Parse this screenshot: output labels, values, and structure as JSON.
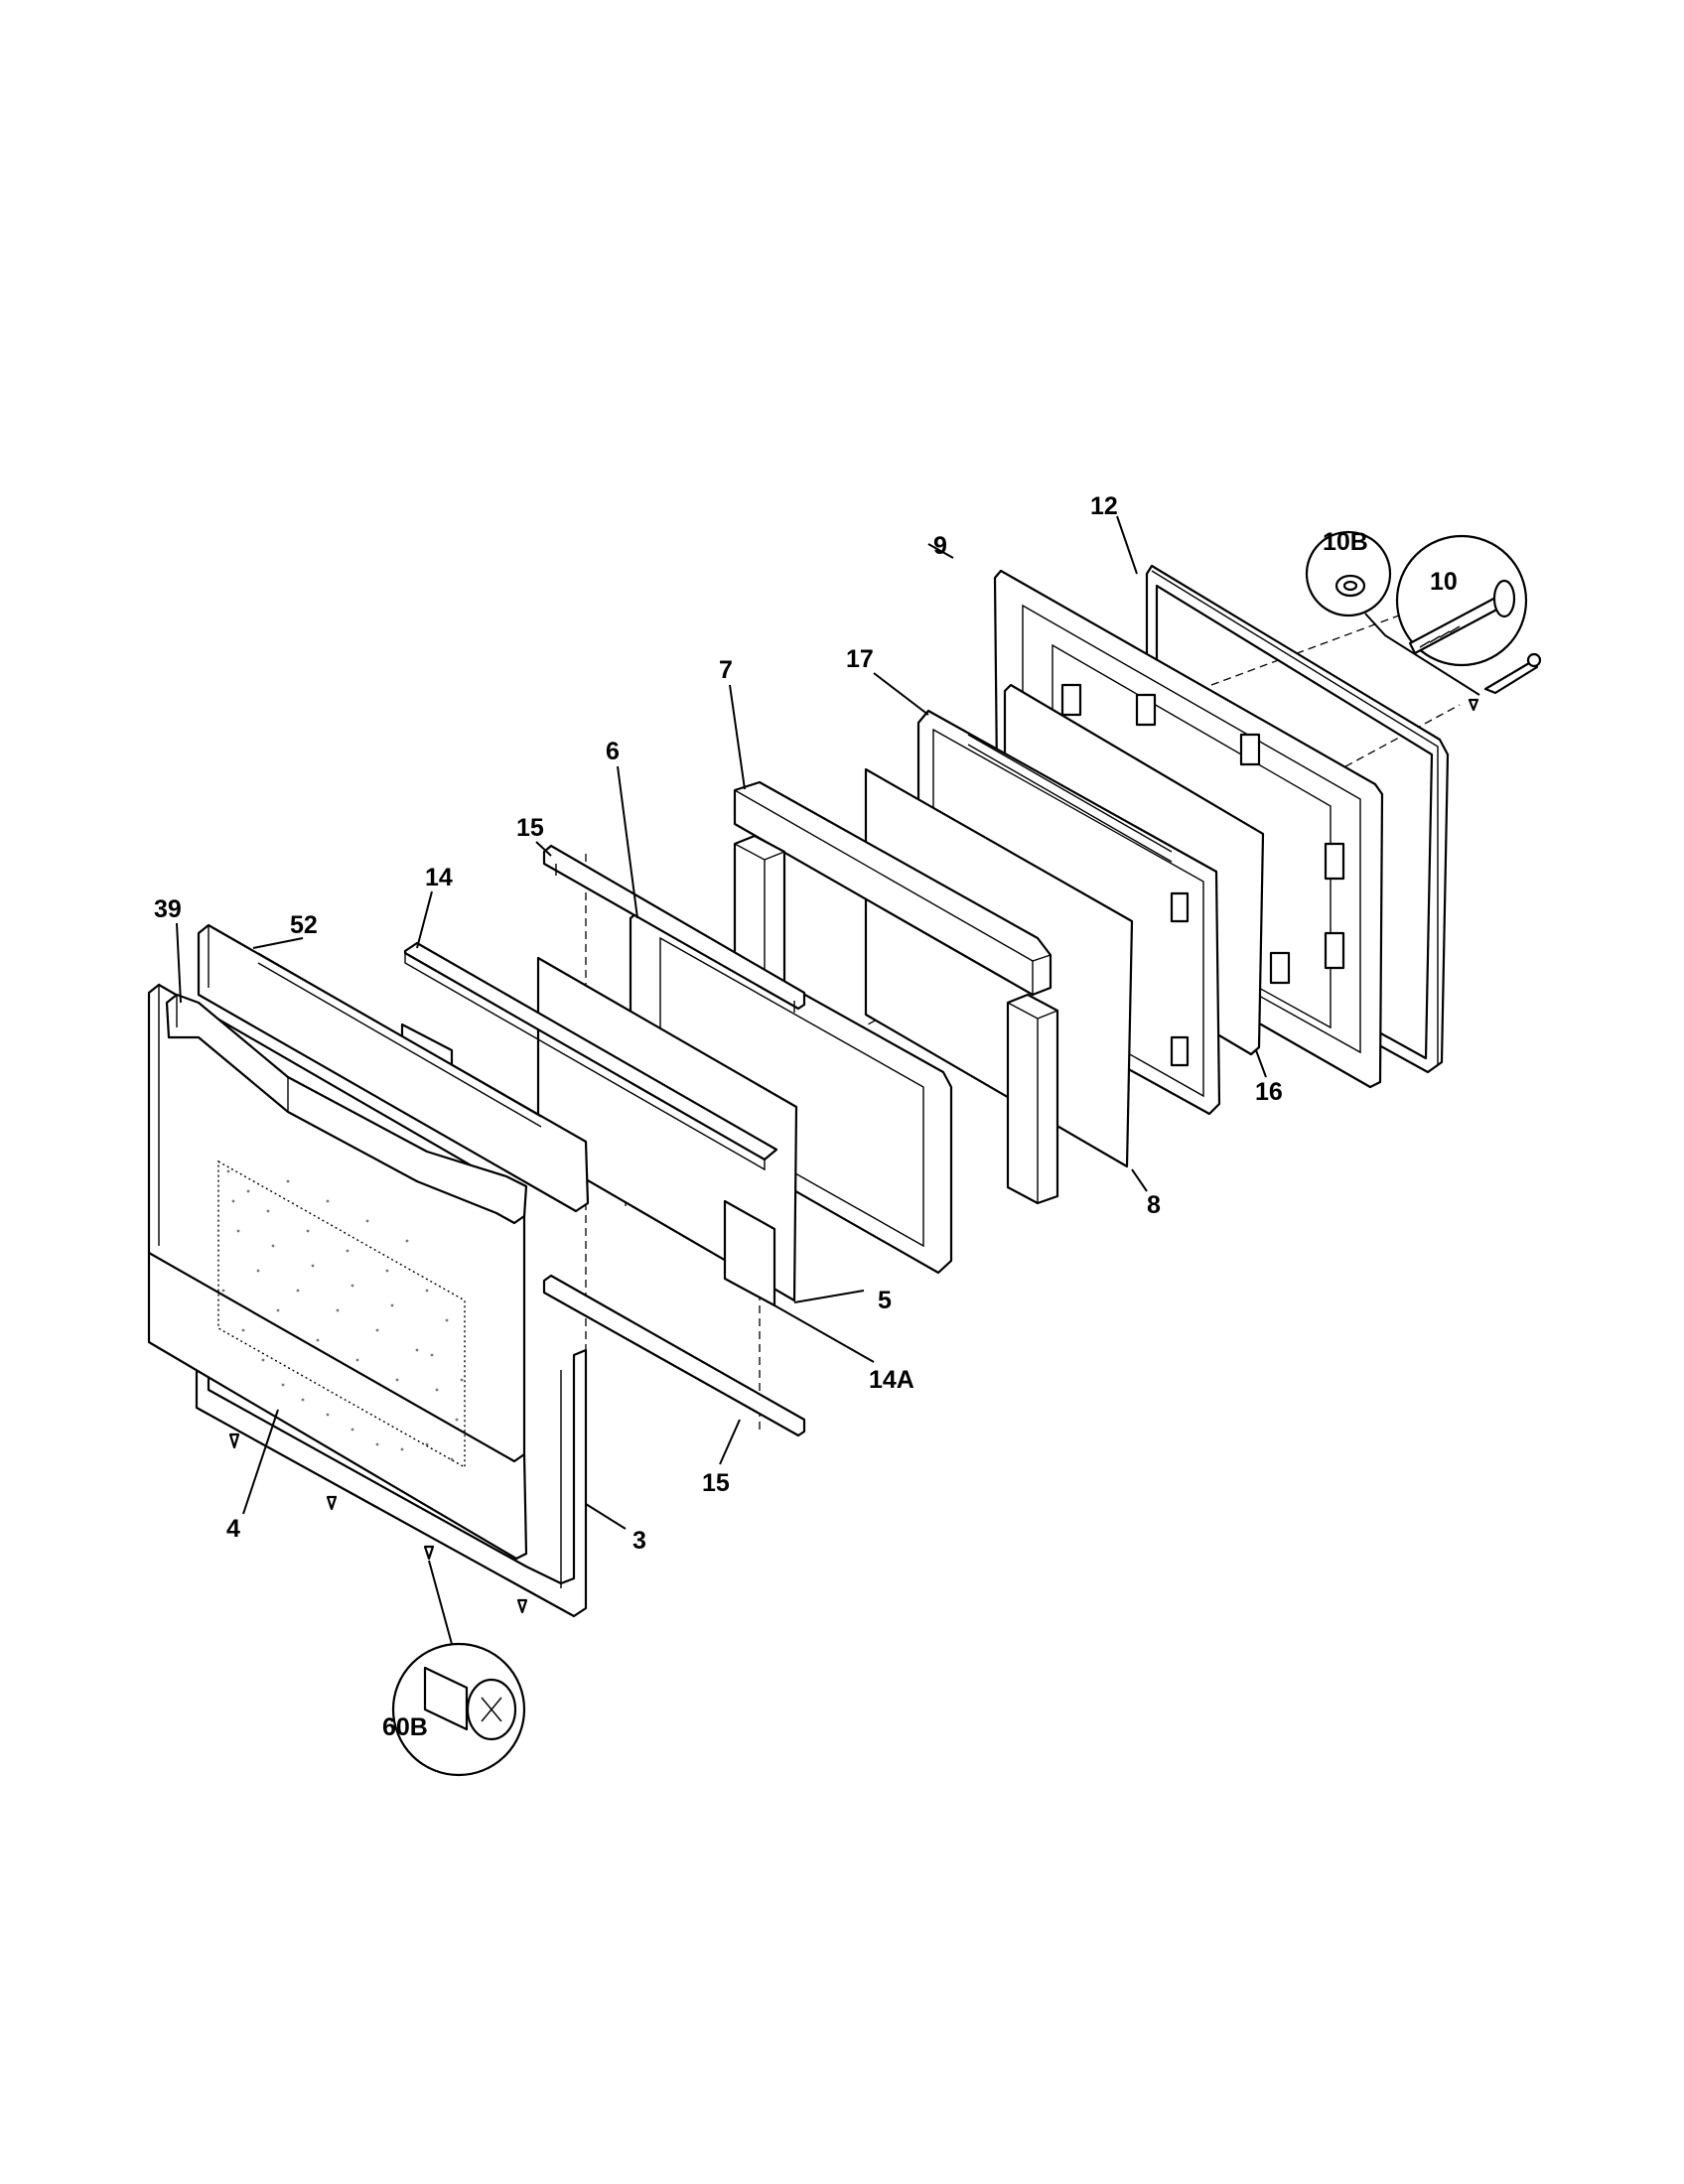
{
  "diagram": {
    "callouts": [
      {
        "id": "c9",
        "text": "9"
      },
      {
        "id": "c12",
        "text": "12"
      },
      {
        "id": "c10B",
        "text": "10B"
      },
      {
        "id": "c10",
        "text": "10"
      },
      {
        "id": "c7",
        "text": "7"
      },
      {
        "id": "c17",
        "text": "17"
      },
      {
        "id": "c6",
        "text": "6"
      },
      {
        "id": "c15a",
        "text": "15"
      },
      {
        "id": "c14",
        "text": "14"
      },
      {
        "id": "c39",
        "text": "39"
      },
      {
        "id": "c52",
        "text": "52"
      },
      {
        "id": "c16",
        "text": "16"
      },
      {
        "id": "c8",
        "text": "8"
      },
      {
        "id": "c5",
        "text": "5"
      },
      {
        "id": "c14A",
        "text": "14A"
      },
      {
        "id": "c15b",
        "text": "15"
      },
      {
        "id": "c4",
        "text": "4"
      },
      {
        "id": "c3",
        "text": "3"
      },
      {
        "id": "c60B",
        "text": "60B"
      }
    ]
  }
}
